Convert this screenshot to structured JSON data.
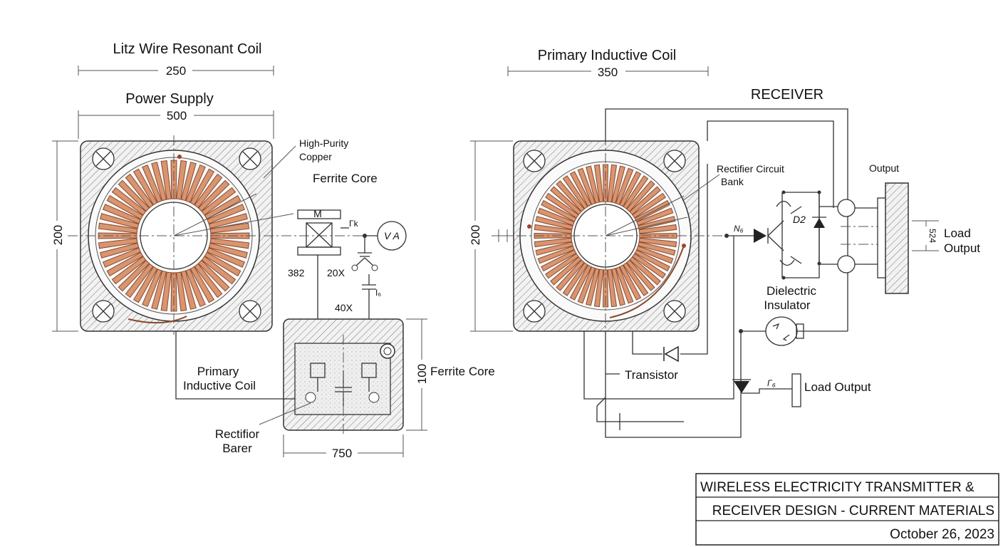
{
  "transmitter": {
    "title_litz": "Litz Wire Resonant Coil",
    "dim_litz": "250",
    "title_power": "Power Supply",
    "dim_power": "500",
    "dim_height": "200",
    "label_copper_1": "High-Purity",
    "label_copper_2": "Copper",
    "label_ferrite_core": "Ferrite Core",
    "label_primary_1": "Primary",
    "label_primary_2": "Inductive Coil",
    "label_rectifier_1": "Rectifior",
    "label_rectifier_2": "Barer",
    "label_m": "M",
    "label_rk": "Γk",
    "label_382": "382",
    "label_20x": "20X",
    "label_i6": "I₆",
    "label_40x": "40X",
    "meter_glyph": "V A",
    "box_dim_height": "100",
    "box_label": "Ferrite Core",
    "box_dim_width": "750"
  },
  "receiver": {
    "title_primary": "Primary Inductive Coil",
    "dim_primary": "350",
    "dim_height": "200",
    "title_receiver": "RECEIVER",
    "label_rectifier_1": "Rectifier Circuit",
    "label_rectifier_2": "Bank",
    "label_output": "Output",
    "label_n6": "N₆",
    "label_d2": "D2",
    "label_dim_524": "524",
    "label_load_output_1": "Load",
    "label_load_output_2": "Output",
    "label_dielectric_1": "Dielectric",
    "label_dielectric_2": "Insulator",
    "label_transistor": "Transistor",
    "label_r6": "Γ₆",
    "label_load_output": "Load Output"
  },
  "title_block": {
    "line1": "WIRELESS ELECTRICITY TRANSMITTER &",
    "line2": "RECEIVER DESIGN - CURRENT MATERIALS",
    "date": "October 26, 2023"
  },
  "colors": {
    "copper_winding": "#d99470",
    "copper_outline": "#8a4a2c",
    "line": "#333333"
  }
}
